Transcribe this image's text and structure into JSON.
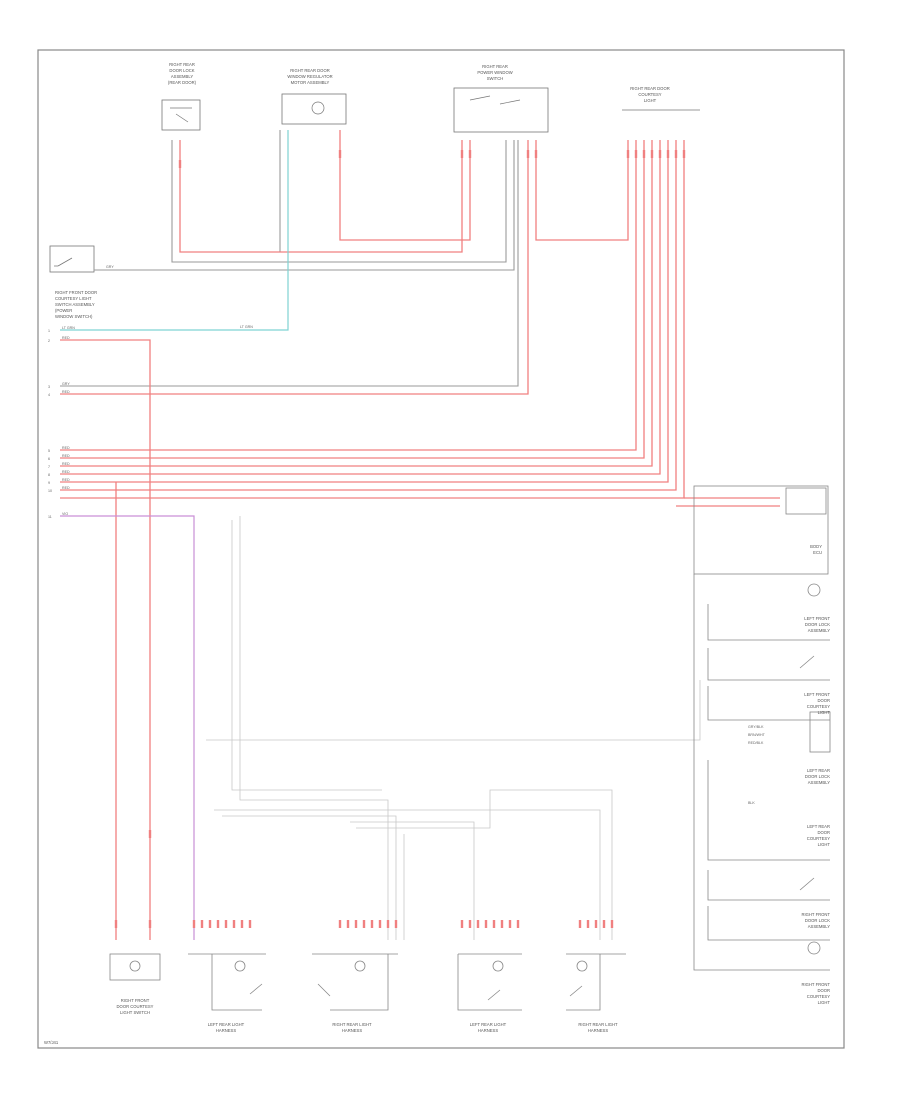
{
  "diagram": {
    "footer_code": "W7/J41",
    "colors": {
      "red_wire": "#f08080",
      "gray_wire": "#9a9a9a",
      "cyan_wire": "#7fd3d3",
      "violet_wire": "#c98fd6",
      "ink": "#666666",
      "frame": "#888888"
    },
    "top_components": [
      {
        "id": "c1",
        "label": [
          "RIGHT REAR",
          "DOOR LOCK",
          "ASSEMBLY",
          "(REAR DOOR)"
        ]
      },
      {
        "id": "c2",
        "label": [
          "RIGHT REAR DOOR",
          "WINDOW REGULATOR",
          "MOTOR ASSEMBLY"
        ]
      },
      {
        "id": "c3",
        "label": [
          "RIGHT REAR",
          "POWER WINDOW",
          "SWITCH"
        ]
      },
      {
        "id": "c4",
        "label": [
          "RIGHT REAR DOOR",
          "COURTESY",
          "LIGHT"
        ]
      }
    ],
    "left_side_label": [
      "RIGHT FRONT DOOR",
      "COURTESY LIGHT",
      "SWITCH ASSEMBLY",
      "(POWER",
      "WINDOW SWITCH)"
    ],
    "left_wire_codes": [
      "LT GRN",
      "RED",
      "GRY",
      "RED",
      "RED",
      "RED",
      "RED",
      "RED",
      "RED",
      "RED",
      "VIO"
    ],
    "pin_numbers": [
      "1",
      "2",
      "3",
      "4",
      "5",
      "6",
      "7",
      "8",
      "9",
      "10",
      "11"
    ],
    "right_components": [
      {
        "label": [
          "BODY",
          "ECU"
        ]
      },
      {
        "label": [
          "LEFT FRONT",
          "DOOR LOCK",
          "ASSEMBLY"
        ]
      },
      {
        "label": [
          "LEFT FRONT",
          "DOOR",
          "COURTESY",
          "LIGHT"
        ]
      },
      {
        "label": [
          "LEFT REAR",
          "DOOR LOCK",
          "ASSEMBLY"
        ]
      },
      {
        "label": [
          "LEFT REAR",
          "DOOR",
          "COURTESY",
          "LIGHT"
        ]
      },
      {
        "label": [
          "RIGHT FRONT",
          "DOOR LOCK",
          "ASSEMBLY"
        ]
      },
      {
        "label": [
          "RIGHT FRONT",
          "DOOR",
          "COURTESY",
          "LIGHT"
        ]
      }
    ],
    "bottom_components": [
      {
        "label": [
          "RIGHT FRONT",
          "DOOR COURTESY",
          "LIGHT SWITCH"
        ]
      },
      {
        "label": [
          "LEFT REAR LIGHT",
          "HARNESS"
        ]
      },
      {
        "label": [
          "RIGHT REAR LIGHT",
          "HARNESS"
        ]
      },
      {
        "label": [
          "LEFT REAR LIGHT",
          "HARNESS"
        ]
      },
      {
        "label": [
          "RIGHT REAR LIGHT",
          "HARNESS"
        ]
      }
    ],
    "wire_tags": [
      "GRY",
      "LT GRN",
      "GRY/BLK",
      "BRN/WHT",
      "RED/BLK",
      "BLK"
    ]
  }
}
